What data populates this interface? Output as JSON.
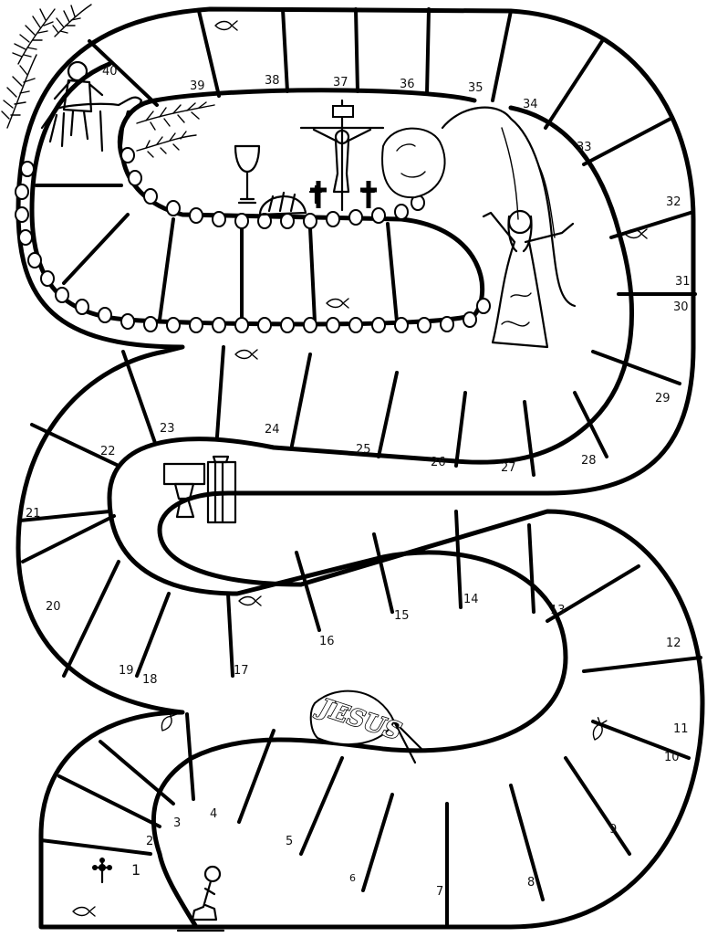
{
  "board": {
    "track_color": "#000000",
    "background": "#ffffff",
    "fish_center_text": "JESUS",
    "squares": [
      {
        "n": "1"
      },
      {
        "n": "2"
      },
      {
        "n": "3"
      },
      {
        "n": "4"
      },
      {
        "n": "5"
      },
      {
        "n": "6"
      },
      {
        "n": "7"
      },
      {
        "n": "8"
      },
      {
        "n": "9"
      },
      {
        "n": "10"
      },
      {
        "n": "11"
      },
      {
        "n": "12"
      },
      {
        "n": "13"
      },
      {
        "n": "14"
      },
      {
        "n": "15"
      },
      {
        "n": "16"
      },
      {
        "n": "17"
      },
      {
        "n": "18"
      },
      {
        "n": "19"
      },
      {
        "n": "20"
      },
      {
        "n": "21"
      },
      {
        "n": "22"
      },
      {
        "n": "23"
      },
      {
        "n": "24"
      },
      {
        "n": "25"
      },
      {
        "n": "26"
      },
      {
        "n": "27"
      },
      {
        "n": "28"
      },
      {
        "n": "29"
      },
      {
        "n": "30"
      },
      {
        "n": "31"
      },
      {
        "n": "32"
      },
      {
        "n": "33"
      },
      {
        "n": "34"
      },
      {
        "n": "35"
      },
      {
        "n": "36"
      },
      {
        "n": "37"
      },
      {
        "n": "38"
      },
      {
        "n": "39"
      },
      {
        "n": "40"
      }
    ],
    "icons": [
      "praying-figure-icon",
      "cross-flower-icon",
      "fish-icon",
      "chalice-altar-icon",
      "palm-branch-icon",
      "donkey-rider-icon",
      "crucifix-icon",
      "tomb-stone-icon",
      "risen-jesus-icon",
      "bread-icon"
    ]
  }
}
